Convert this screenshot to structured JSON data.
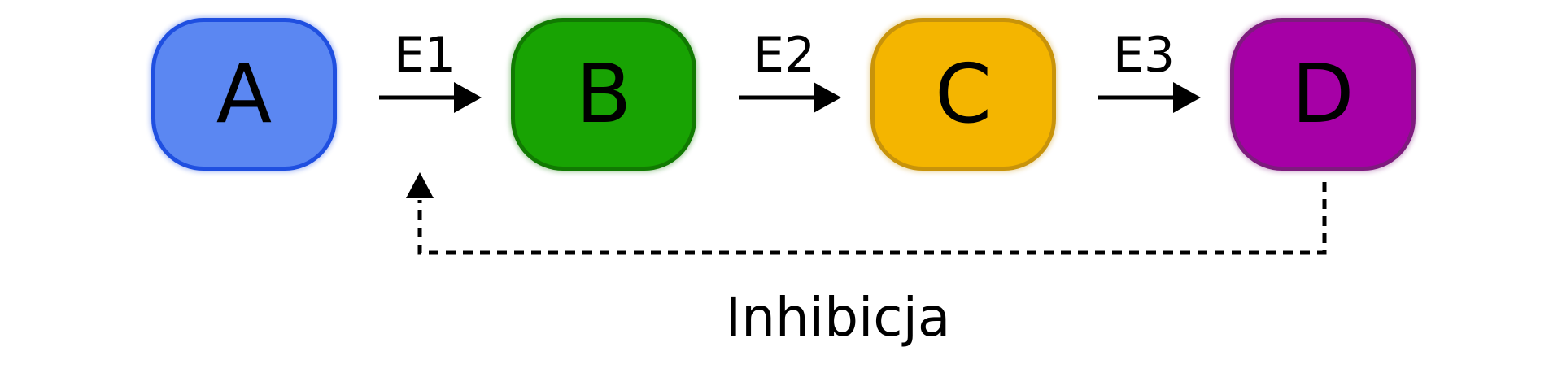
{
  "nodes": [
    {
      "label": "A",
      "fill": "#5B87F2",
      "border": "#1F4FE0"
    },
    {
      "label": "B",
      "fill": "#18A303",
      "border": "#117A02"
    },
    {
      "label": "C",
      "fill": "#F4B500",
      "border": "#C8930A"
    },
    {
      "label": "D",
      "fill": "#A600A6",
      "border": "#7E1A7E"
    }
  ],
  "edges": [
    {
      "label": "E1",
      "from": "A",
      "to": "B"
    },
    {
      "label": "E2",
      "from": "B",
      "to": "C"
    },
    {
      "label": "E3",
      "from": "C",
      "to": "D"
    }
  ],
  "feedback": {
    "from": "D",
    "to": "E1",
    "style": "dashed",
    "label": "Inhibicja"
  }
}
